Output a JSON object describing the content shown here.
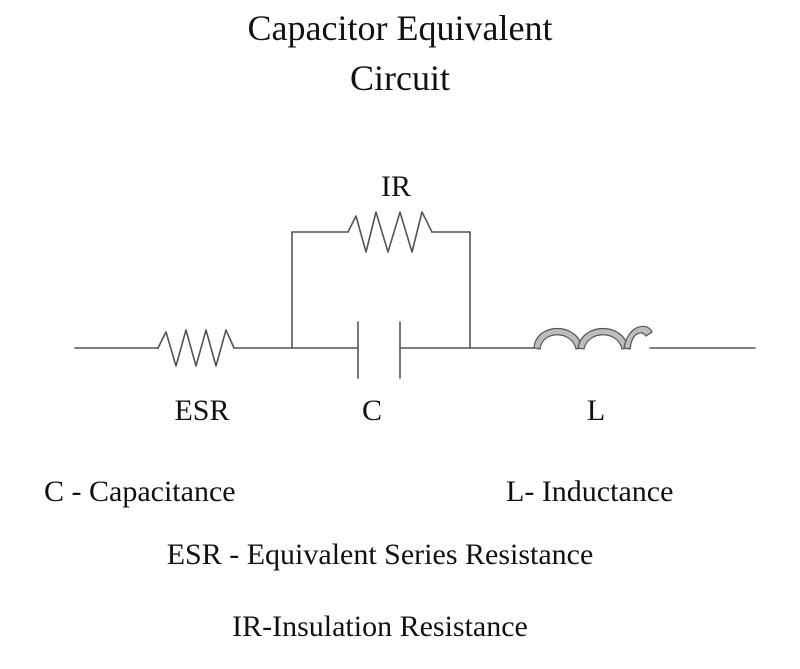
{
  "title": {
    "line1": "Capacitor Equivalent",
    "line2": "Circuit"
  },
  "components": {
    "ir": {
      "label": "IR"
    },
    "esr": {
      "label": "ESR"
    },
    "capacitor": {
      "label": "C"
    },
    "inductor": {
      "label": "L"
    }
  },
  "legend": {
    "capacitance": "C - Capacitance",
    "inductance": "L- Inductance",
    "esr": "ESR - Equivalent Series Resistance",
    "ir": "IR-Insulation Resistance"
  },
  "colors": {
    "wire": "#555555",
    "text": "#111111",
    "inductor_fill": "#bdbdbd"
  }
}
